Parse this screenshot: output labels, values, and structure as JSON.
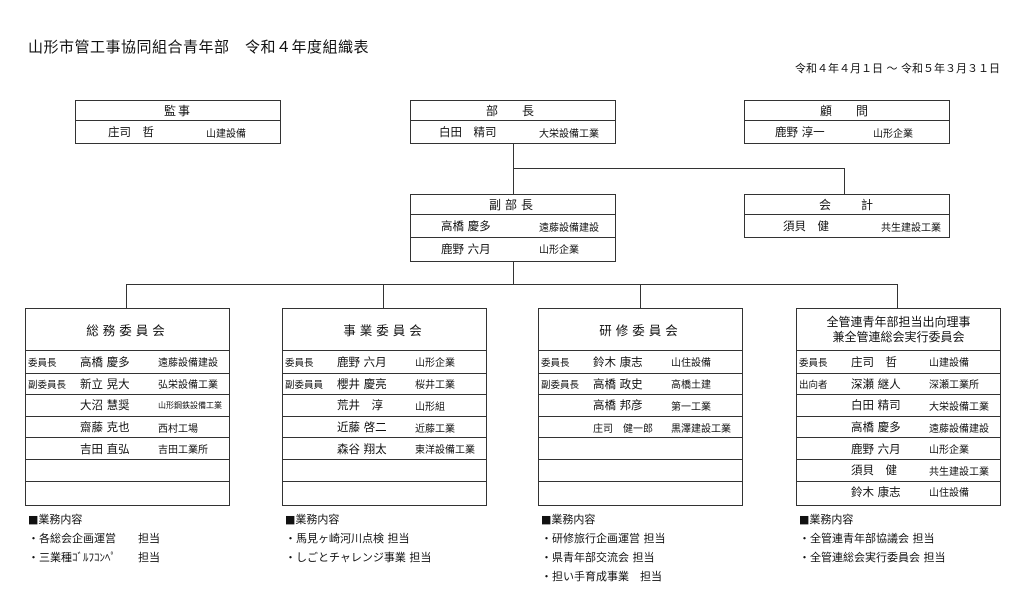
{
  "title": "山形市管工事協同組合青年部　令和４年度組織表",
  "period": "令和４年４月１日 〜 令和５年３月３１日",
  "officers": {
    "auditor": {
      "title": "監事",
      "name": "庄司　哲",
      "company": "山建設備"
    },
    "chief": {
      "title": "部　長",
      "name": "白田　精司",
      "company": "大栄設備工業"
    },
    "advisor": {
      "title": "顧　問",
      "name": "鹿野 淳一",
      "company": "山形企業"
    },
    "vice": {
      "title": "副部長",
      "members": [
        {
          "name": "高橋 慶多",
          "company": "遠藤設備建設"
        },
        {
          "name": "鹿野 六月",
          "company": "山形企業"
        }
      ]
    },
    "treasurer": {
      "title": "会　　計",
      "name": "須貝　健",
      "company": "共生建設工業"
    }
  },
  "committees": [
    {
      "title": "総務委員会",
      "rows": [
        {
          "role": "委員長",
          "name": "高橋 慶多",
          "company": "遠藤設備建設"
        },
        {
          "role": "副委員長",
          "name": "新立 晃大",
          "company": "弘栄設備工業"
        },
        {
          "role": "",
          "name": "大沼 慧奨",
          "company": "山形鋼鉄設備工業",
          "tiny": true
        },
        {
          "role": "",
          "name": "齋藤 克也",
          "company": "西村工場"
        },
        {
          "role": "",
          "name": "吉田 直弘",
          "company": "吉田工業所"
        },
        {
          "role": "",
          "name": "",
          "company": ""
        },
        {
          "role": "",
          "name": "",
          "company": ""
        }
      ],
      "duties_header": "■業務内容",
      "duties": [
        "・各総会企画運営　　担当",
        "・三業種ｺﾞﾙﾌｺﾝﾍﾟ　　担当"
      ]
    },
    {
      "title": "事業委員会",
      "rows": [
        {
          "role": "委員長",
          "name": "鹿野 六月",
          "company": "山形企業"
        },
        {
          "role": "副委員員",
          "name": "櫻井 慶亮",
          "company": "桜井工業"
        },
        {
          "role": "",
          "name": "荒井　淳",
          "company": "山形組"
        },
        {
          "role": "",
          "name": "近藤 啓二",
          "company": "近藤工業"
        },
        {
          "role": "",
          "name": "森谷 翔太",
          "company": "東洋設備工業"
        },
        {
          "role": "",
          "name": "",
          "company": ""
        },
        {
          "role": "",
          "name": "",
          "company": ""
        }
      ],
      "duties_header": "■業務内容",
      "duties": [
        "・馬見ヶ崎河川点検 担当",
        "・しごとチャレンジ事業 担当"
      ]
    },
    {
      "title": "研修委員会",
      "rows": [
        {
          "role": "委員長",
          "name": "鈴木 康志",
          "company": "山住設備"
        },
        {
          "role": "副委員長",
          "name": "高橋 政史",
          "company": "高橋土建"
        },
        {
          "role": "",
          "name": "高橋 邦彦",
          "company": "第一工業"
        },
        {
          "role": "",
          "name": "庄司　健一郎",
          "company": "黒澤建設工業",
          "smallname": true
        },
        {
          "role": "",
          "name": "",
          "company": ""
        },
        {
          "role": "",
          "name": "",
          "company": ""
        },
        {
          "role": "",
          "name": "",
          "company": ""
        }
      ],
      "duties_header": "■業務内容",
      "duties": [
        "・研修旅行企画運営 担当",
        "・県青年部交流会 担当",
        "・担い手育成事業　担当"
      ]
    },
    {
      "title_lines": [
        "全管連青年部担当出向理事",
        "兼全管連総会実行委員会"
      ],
      "rows": [
        {
          "role": "委員長",
          "name": "庄司　哲",
          "company": "山建設備"
        },
        {
          "role": "出向者",
          "name": "深瀬 継人",
          "company": "深瀬工業所"
        },
        {
          "role": "",
          "name": "白田 精司",
          "company": "大栄設備工業"
        },
        {
          "role": "",
          "name": "高橋 慶多",
          "company": "遠藤設備建設"
        },
        {
          "role": "",
          "name": "鹿野 六月",
          "company": "山形企業"
        },
        {
          "role": "",
          "name": "須貝　健",
          "company": "共生建設工業"
        },
        {
          "role": "",
          "name": "鈴木 康志",
          "company": "山住設備"
        }
      ],
      "duties_header": "■業務内容",
      "duties": [
        "・全管連青年部協議会 担当",
        "・全管連総会実行委員会 担当"
      ]
    }
  ]
}
